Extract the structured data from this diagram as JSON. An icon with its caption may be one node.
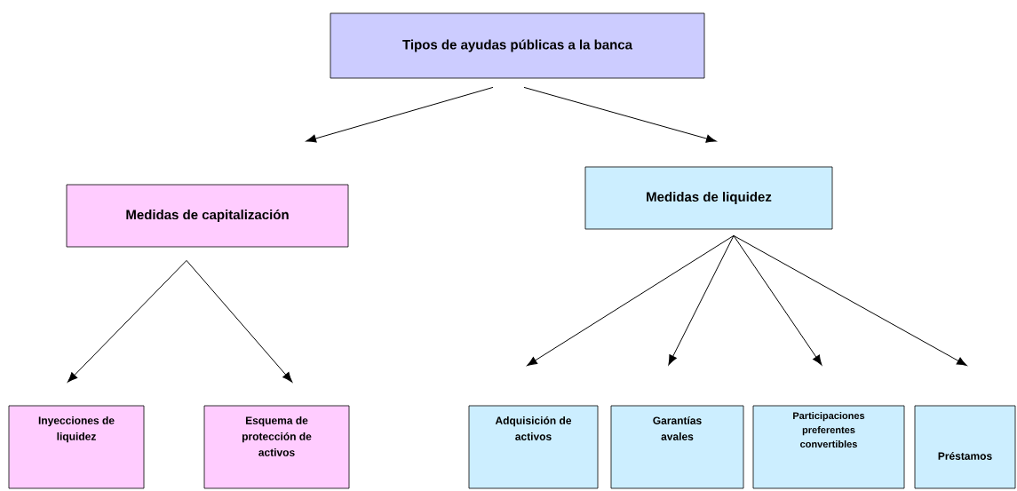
{
  "diagram": {
    "nodes": [
      {
        "text": [
          "Tipos de ayudas públicas a la banca"
        ]
      },
      {
        "text": [
          "Medidas de capitalización"
        ]
      },
      {
        "text": [
          "Medidas de liquidez"
        ]
      },
      {
        "text": [
          "Inyecciones de liquidez"
        ]
      },
      {
        "text": [
          "Esquema de protección de activos"
        ]
      },
      {
        "text": [
          "Adquisición de activos"
        ]
      },
      {
        "text": [
          "Garantías avales"
        ]
      },
      {
        "text": [
          "Participaciones preferentes convertibles"
        ]
      },
      {
        "text": [
          "Préstamos"
        ]
      }
    ],
    "edges": [
      {
        "from": 0,
        "to": 1,
        "arrow": "to"
      },
      {
        "from": 0,
        "to": 2,
        "arrow": "to"
      },
      {
        "from": 1,
        "to": 3,
        "arrow": "to"
      },
      {
        "from": 1,
        "to": 4,
        "arrow": "to"
      },
      {
        "from": 2,
        "to": 5,
        "arrow": "to"
      },
      {
        "from": 2,
        "to": 6,
        "arrow": "to"
      },
      {
        "from": 2,
        "to": 7,
        "arrow": "to"
      },
      {
        "from": 2,
        "to": 8,
        "arrow": "to"
      }
    ]
  }
}
